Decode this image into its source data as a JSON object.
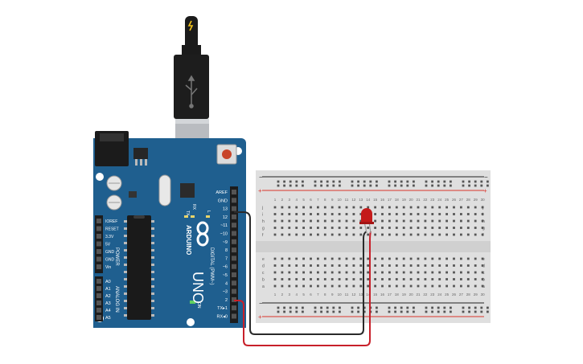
{
  "arduino": {
    "brand": "ARDUINO",
    "model": "UNO",
    "digital_header": "DIGITAL (PWM~)",
    "power_header": "POWER",
    "analog_header": "ANALOG IN",
    "led_l": "L",
    "led_tx": "TX",
    "led_rx": "RX",
    "led_on": "ON",
    "board_color": "#1f5f8f",
    "digital_pins": [
      "AREF",
      "GND",
      "13",
      "12",
      "~11",
      "~10",
      "~9",
      "8",
      "7",
      "~6",
      "~5",
      "4",
      "~3",
      "2",
      "TX▸1",
      "RX◂0"
    ],
    "power_pins": [
      "IOREF",
      "RESET",
      "3.3V",
      "5V",
      "GND",
      "GND",
      "Vin"
    ],
    "analog_pins": [
      "A0",
      "A1",
      "A2",
      "A3",
      "A4",
      "A5"
    ]
  },
  "breadboard": {
    "top_rows": [
      "j",
      "i",
      "h",
      "g",
      "f"
    ],
    "bottom_rows": [
      "e",
      "d",
      "c",
      "b",
      "a"
    ],
    "columns": [
      "1",
      "2",
      "3",
      "4",
      "5",
      "6",
      "7",
      "8",
      "9",
      "10",
      "11",
      "12",
      "13",
      "14",
      "15",
      "16",
      "17",
      "18",
      "19",
      "20",
      "21",
      "22",
      "23",
      "24",
      "25",
      "26",
      "27",
      "28",
      "29",
      "30"
    ],
    "rail_minus": "−",
    "rail_plus": "+"
  },
  "colors": {
    "wire_gnd": "#2a2a2a",
    "wire_signal": "#c8202a",
    "led": "#c41a1a",
    "rail_red": "#d9342b",
    "rail_blue": "#3a5fb0"
  },
  "icons": {
    "usb_plug": "usb-icon",
    "reset": "reset-button-icon"
  }
}
